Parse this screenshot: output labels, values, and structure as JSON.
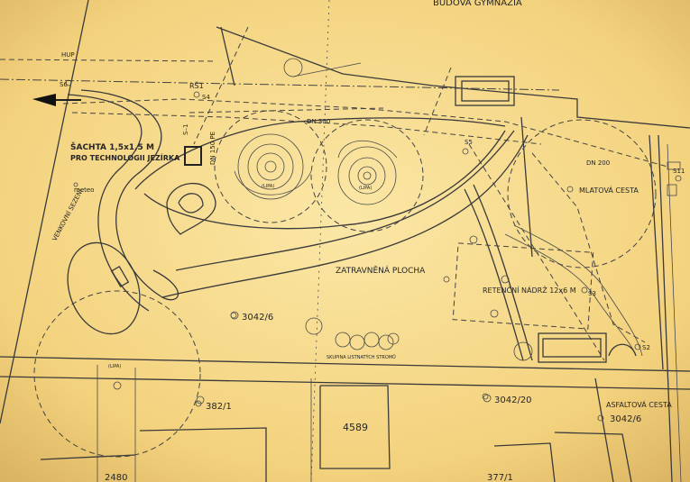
{
  "drawing": {
    "building_label": "BUDOVA GYMNAZIA",
    "shaft_label_line1": "ŠACHTA 1,5x1,5 M",
    "shaft_label_line2": "PRO TECHNOLOGII JEZÍRKA",
    "meteo_label": "meteo",
    "seating_label": "VENKOVNÍ SEZENÍ",
    "lawn_label": "ZATRAVNĚNÁ PLOCHA",
    "tank_label": "RETENČNÍ NÁDRŽ 12x6 M",
    "mlat_path_label": "MLATOVÁ CESTA",
    "asphalt_path_label": "ASFALTOVÁ CESTA",
    "pipe_dn300": "DN 300",
    "pipe_dn200": "DN 200",
    "pipe_dn150": "DN 150 PE",
    "pipe_s1": "S–1",
    "node_hup": "HUP",
    "node_s6": "S6",
    "node_s5": "S5",
    "node_s4": "S4",
    "node_s3": "S3",
    "node_s2": "S2",
    "node_s11": "S11",
    "node_rs1": "RŠ1",
    "parcel_3042_6": "3042/6",
    "parcel_382_1": "382/1",
    "parcel_3042_20": "3042/20",
    "parcel_4589": "4589",
    "parcel_3042_6_b": "3042/6",
    "parcel_bottom_left": "2480",
    "parcel_bottom_right": "377/1",
    "tree_group_label": "SKUPINA LISTNATÝCH STROMŮ",
    "tree_small_label_1": "(LIPA)",
    "tree_small_label_2": "(LIPA)",
    "tree_small_label_3": "(LIPA)"
  },
  "colors": {
    "paper": "#f6d98a",
    "ink": "#262626",
    "arrow": "#111111"
  }
}
